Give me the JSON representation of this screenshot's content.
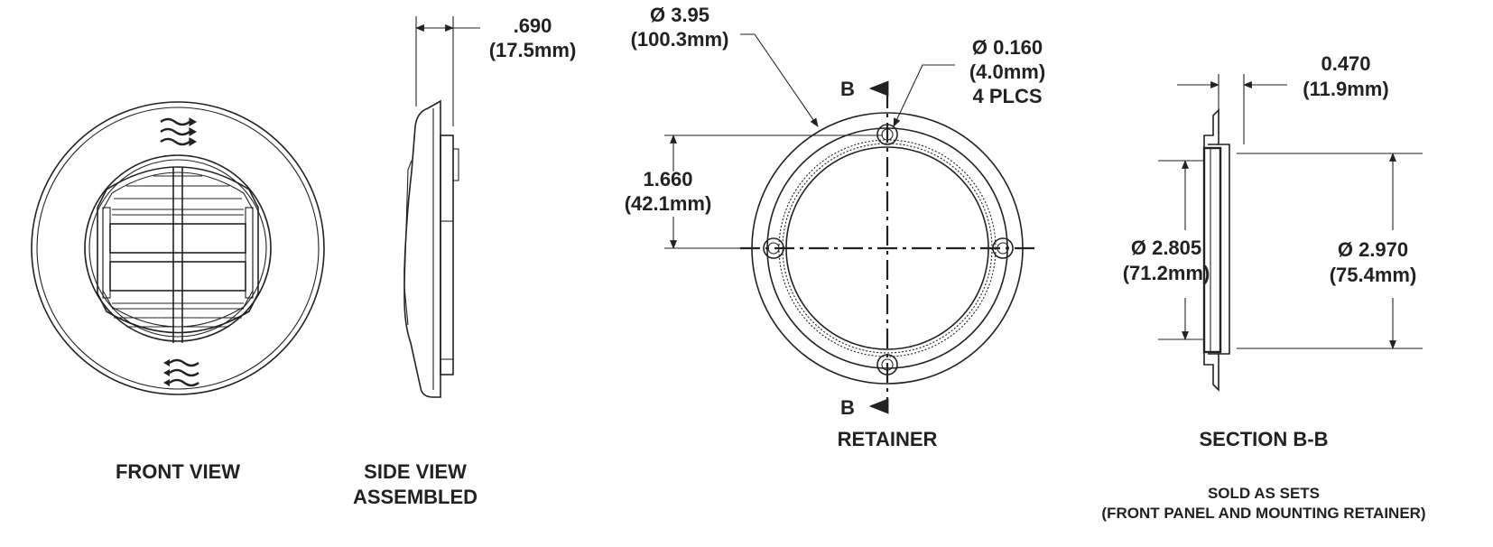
{
  "captions": {
    "front_view": "FRONT VIEW",
    "side_view_line1": "SIDE VIEW",
    "side_view_line2": "ASSEMBLED",
    "retainer": "RETAINER",
    "section": "SECTION B-B"
  },
  "note": {
    "line1": "SOLD AS SETS",
    "line2": "(FRONT PANEL AND MOUNTING RETAINER)"
  },
  "dimensions": {
    "side_depth": {
      "inch": ".690",
      "mm": "(17.5mm)"
    },
    "outer_diameter": {
      "inch": "Ø 3.95",
      "mm": "(100.3mm)"
    },
    "hole_diameter": {
      "inch": "Ø 0.160",
      "mm": "(4.0mm)",
      "qty": "4 PLCS"
    },
    "hole_offset": {
      "inch": "1.660",
      "mm": "(42.1mm)"
    },
    "section_depth": {
      "inch": "0.470",
      "mm": "(11.9mm)"
    },
    "inner_diameter": {
      "inch": "Ø 2.805",
      "mm": "(71.2mm)"
    },
    "flange_diameter": {
      "inch": "Ø 2.970",
      "mm": "(75.4mm)"
    }
  },
  "section_markers": {
    "top": "B",
    "bottom": "B"
  },
  "icons": {
    "front_top": "airflow-arrows-icon",
    "front_bottom": "airflow-arrows-icon"
  }
}
